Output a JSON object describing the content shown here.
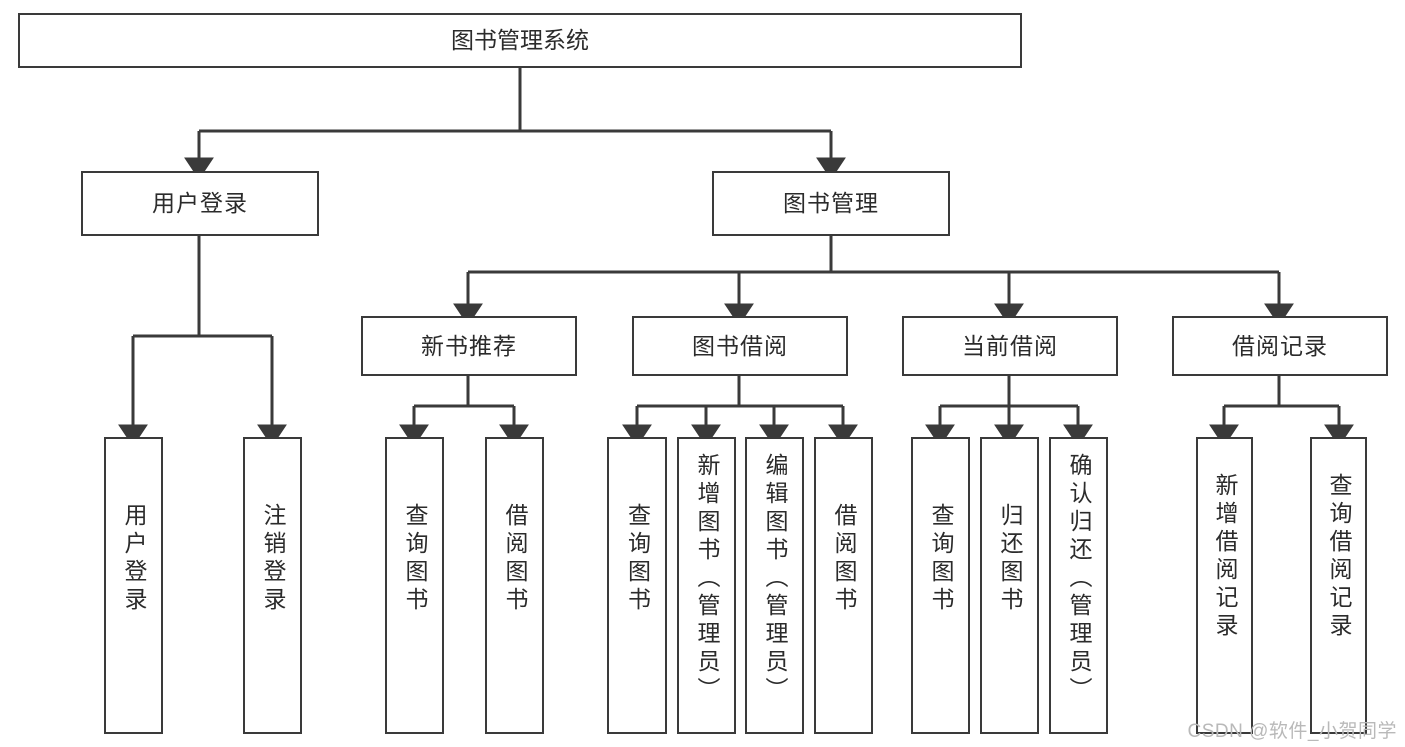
{
  "diagram": {
    "title": "图书管理系统",
    "type": "tree",
    "watermark": "CSDN @软件_小贺同学",
    "style": {
      "box_border_color": "#3a3a3a",
      "box_fill_color": "#ffffff",
      "connector_color": "#3a3a3a",
      "text_color": "#2b2b2b",
      "watermark_color": "#b9b9b9",
      "background": "#ffffff"
    },
    "root": {
      "id": "root",
      "label": "图书管理系统"
    },
    "level2": [
      {
        "id": "user-login",
        "label": "用户登录"
      },
      {
        "id": "book-manage",
        "label": "图书管理"
      }
    ],
    "level3": [
      {
        "id": "new-book-rec",
        "label": "新书推荐",
        "parent": "book-manage"
      },
      {
        "id": "book-borrow",
        "label": "图书借阅",
        "parent": "book-manage"
      },
      {
        "id": "current-borrow",
        "label": "当前借阅",
        "parent": "book-manage"
      },
      {
        "id": "borrow-record",
        "label": "借阅记录",
        "parent": "book-manage"
      }
    ],
    "leaves": [
      {
        "id": "leaf-user-login",
        "label": "用户登录",
        "parent": "user-login"
      },
      {
        "id": "leaf-logout",
        "label": "注销登录",
        "parent": "user-login"
      },
      {
        "id": "leaf-query-book-1",
        "label": "查询图书",
        "parent": "new-book-rec"
      },
      {
        "id": "leaf-borrow-book-1",
        "label": "借阅图书",
        "parent": "new-book-rec"
      },
      {
        "id": "leaf-query-book-2",
        "label": "查询图书",
        "parent": "book-borrow"
      },
      {
        "id": "leaf-add-book",
        "label": "新增图书（管理员）",
        "parent": "book-borrow"
      },
      {
        "id": "leaf-edit-book",
        "label": "编辑图书（管理员）",
        "parent": "book-borrow"
      },
      {
        "id": "leaf-borrow-book-2",
        "label": "借阅图书",
        "parent": "book-borrow"
      },
      {
        "id": "leaf-query-book-3",
        "label": "查询图书",
        "parent": "current-borrow"
      },
      {
        "id": "leaf-return-book",
        "label": "归还图书",
        "parent": "current-borrow"
      },
      {
        "id": "leaf-confirm-return",
        "label": "确认归还（管理员）",
        "parent": "current-borrow"
      },
      {
        "id": "leaf-add-record",
        "label": "新增借阅记录",
        "parent": "borrow-record"
      },
      {
        "id": "leaf-query-record",
        "label": "查询借阅记录",
        "parent": "borrow-record"
      }
    ]
  }
}
